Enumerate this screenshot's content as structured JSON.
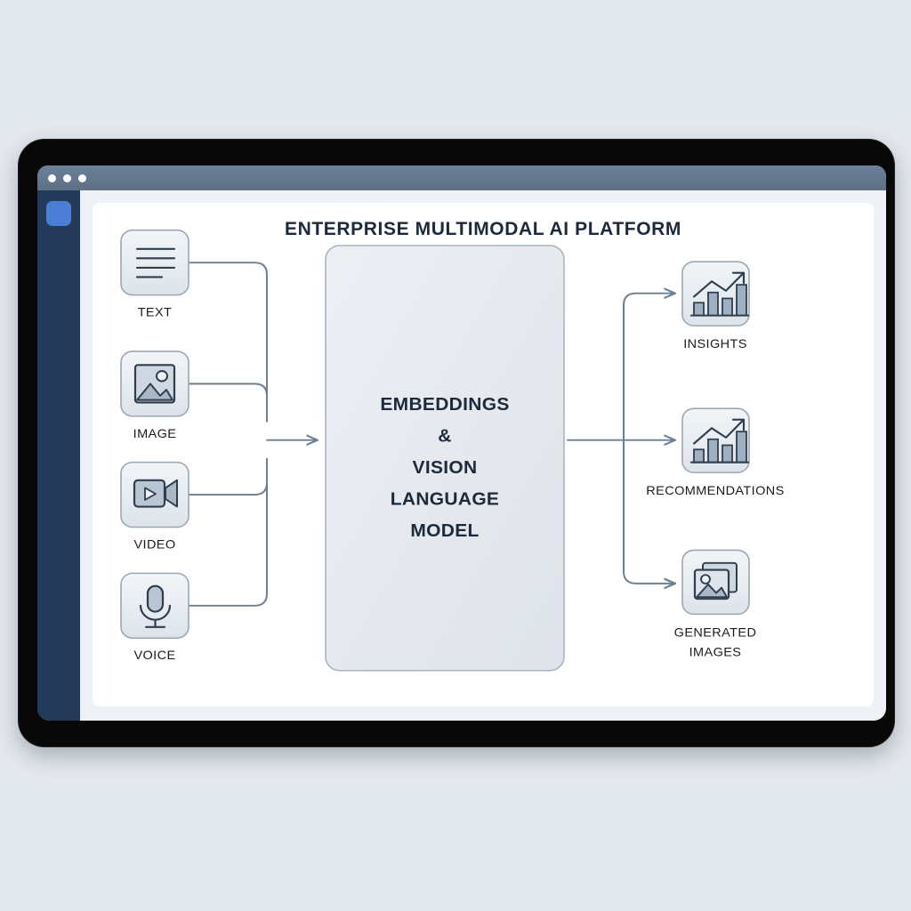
{
  "window": {
    "titlebar": {
      "dots": [
        "dot-1",
        "dot-2",
        "dot-3"
      ]
    },
    "sidebar": {
      "logo_icon": "app-logo-square"
    }
  },
  "diagram": {
    "title": "ENTERPRISE MULTIMODAL AI PLATFORM",
    "hub": {
      "lines": [
        "EMBEDDINGS",
        "&",
        "VISION",
        "LANGUAGE",
        "MODEL"
      ]
    },
    "inputs": [
      {
        "label": "TEXT",
        "icon": "text-lines-icon"
      },
      {
        "label": "IMAGE",
        "icon": "image-picture-icon"
      },
      {
        "label": "VIDEO",
        "icon": "video-camera-icon"
      },
      {
        "label": "VOICE",
        "icon": "microphone-icon"
      }
    ],
    "outputs": [
      {
        "label": "INSIGHTS",
        "label2": "",
        "icon": "bar-chart-up-arrow-icon"
      },
      {
        "label": "RECOMMENDATIONS",
        "label2": "",
        "icon": "bar-chart-up-arrow-icon"
      },
      {
        "label": "GENERATED",
        "label2": "IMAGES",
        "icon": "stacked-images-icon"
      }
    ]
  },
  "colors": {
    "page_background": "#e4e9ee",
    "device_bezel": "#080808",
    "titlebar": "#5d7084",
    "sidebar": "#243a5a",
    "sidebar_logo": "#4a7fd4",
    "card": "#ffffff",
    "tile_fill": "#e9edf1",
    "tile_border": "#9aa7b4",
    "connector": "#6e7f90",
    "heading_text": "#1d2a3c",
    "label_text": "#1b1b1b"
  }
}
